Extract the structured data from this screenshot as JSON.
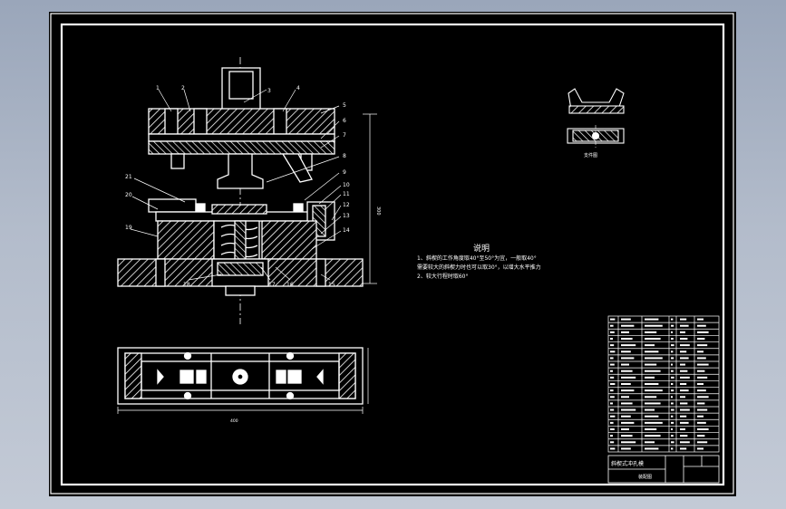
{
  "drawing": {
    "part_numbers": [
      "1",
      "2",
      "3",
      "4",
      "5",
      "6",
      "7",
      "8",
      "9",
      "10",
      "11",
      "12",
      "13",
      "14",
      "15",
      "16",
      "17",
      "18",
      "19",
      "20",
      "21"
    ],
    "notes_title": "说明",
    "notes": [
      "1、斜楔的工作角度取40°至50°为宜，一般取40°",
      "需要较大的斜楔力时也可以取30°，以增大水平推力",
      "2、较大行程时取60°"
    ],
    "detail_label": "支件图"
  },
  "title_block": {
    "name": "斜楔式冲孔模",
    "drawing_no": "装配图"
  },
  "colors": {
    "background": "#000000",
    "lines": "#ffffff",
    "frame_outer": "#9aa6ba"
  }
}
